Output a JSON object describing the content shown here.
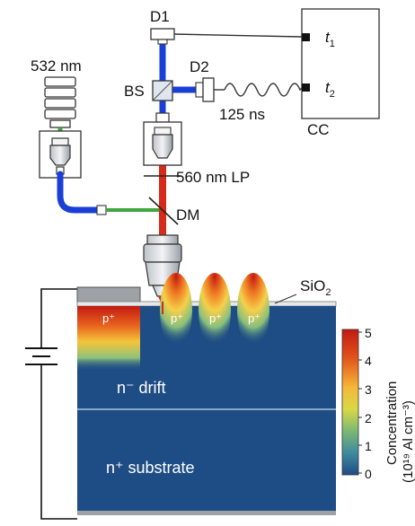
{
  "labels": {
    "laser_wavelength": "532 nm",
    "detector_1": "D1",
    "detector_2": "D2",
    "beam_splitter": "BS",
    "delay": "125 ns",
    "correlator": "CC",
    "correlator_input_1": "t",
    "correlator_input_1_sub": "1",
    "correlator_input_2": "t",
    "correlator_input_2_sub": "2",
    "longpass_filter": "560 nm LP",
    "dichroic_mirror": "DM",
    "oxide": "SiO",
    "oxide_sub": "2",
    "p_plus_contact": "p⁺",
    "p_plus_implants": [
      "p⁺",
      "p⁺",
      "p⁺"
    ],
    "drift_layer": "n⁻ drift",
    "substrate_layer": "n⁺ substrate"
  },
  "colorbar": {
    "ticks": [
      "5",
      "4",
      "3",
      "2",
      "1",
      "0"
    ],
    "title": "Concentration",
    "unit_line": "(10¹⁹ Al cm⁻³)"
  },
  "colors": {
    "laser_beam": "#1a3fd6",
    "green_beam": "#3fa63f",
    "fluorescence_beam": "#d62a1a",
    "substrate": "#1e4d85"
  }
}
